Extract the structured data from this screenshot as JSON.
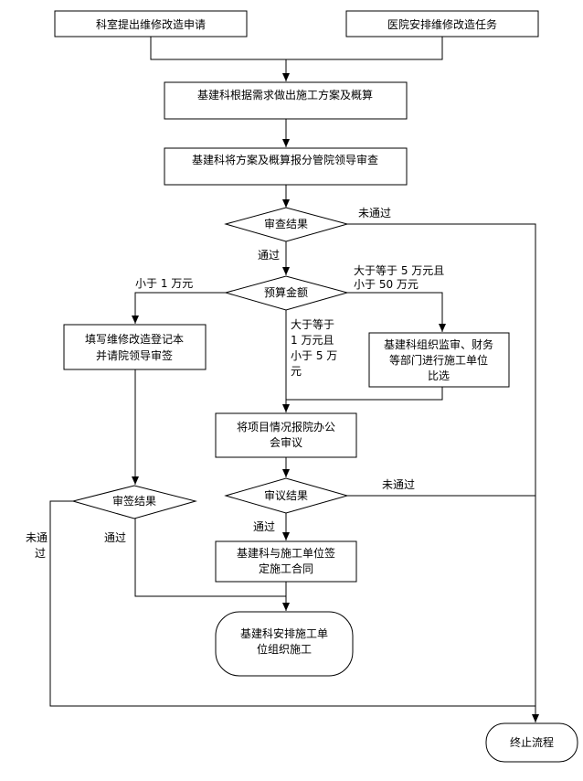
{
  "nodes": {
    "dept_request": "科室提出维修改造申请",
    "hospital_task": "医院安排维修改造任务",
    "plan_budget": "基建科根据需求做出施工方案及概算",
    "submit_review": "基建科将方案及概算报分管院领导审查",
    "review_result": "审查结果",
    "budget_amount": "预算金额",
    "fill_register": [
      "填写维修改造登记本",
      "并请院领导审签"
    ],
    "select_contractor": [
      "基建科组织监审、财务",
      "等部门进行施工单位",
      "比选"
    ],
    "report_meeting": [
      "将项目情况报院办公",
      "会审议"
    ],
    "sign_result": "审签结果",
    "deliberation_result": "审议结果",
    "sign_contract": [
      "基建科与施工单位签",
      "定施工合同"
    ],
    "arrange_construction": [
      "基建科安排施工单",
      "位组织施工"
    ],
    "end": "终止流程"
  },
  "edges": {
    "review_fail": "未通过",
    "review_pass": "通过",
    "less_1w": "小于 1 万元",
    "over_5w": [
      "大于等于 5 万元且",
      "小于 50 万元"
    ],
    "between": [
      "大于等于",
      "1 万元且",
      "小于 5 万",
      "元"
    ],
    "deliberation_fail": "未通过",
    "deliberation_pass": "通过",
    "sign_fail": [
      "未通",
      "过"
    ],
    "sign_pass": "通过"
  }
}
